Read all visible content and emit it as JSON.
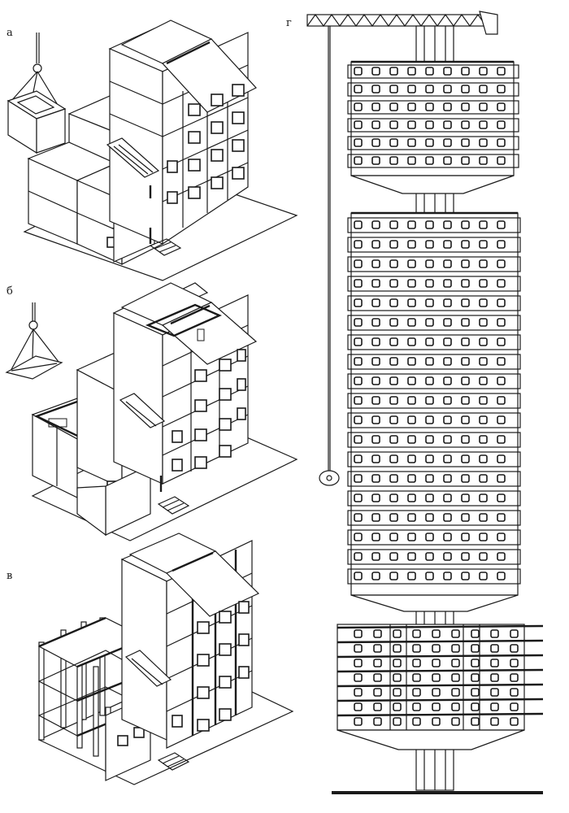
{
  "labels": {
    "a": "а",
    "b": "б",
    "v": "в",
    "g": "г"
  },
  "colors": {
    "ink": "#1a1a1a",
    "paper": "#ffffff"
  }
}
